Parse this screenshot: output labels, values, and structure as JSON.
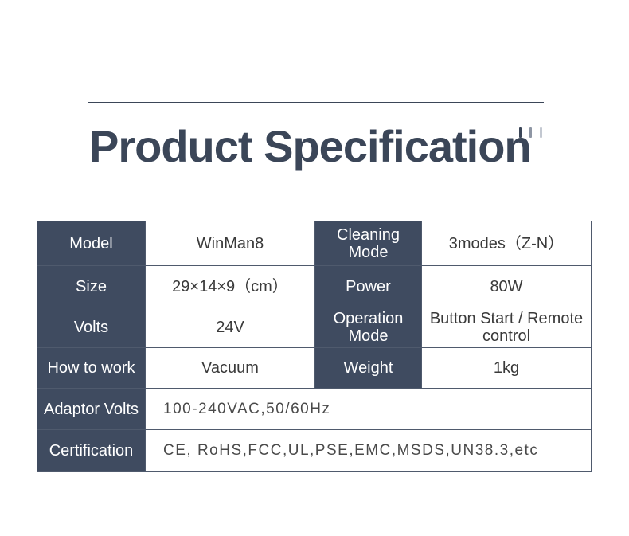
{
  "title": "Product Specification",
  "rows": [
    {
      "k1": "Model",
      "v1": "WinMan8",
      "k2": "Cleaning Mode",
      "v2": "3modes（Z-N）"
    },
    {
      "k1": "Size",
      "v1": "29×14×9（cm）",
      "k2": "Power",
      "v2": "80W"
    },
    {
      "k1": "Volts",
      "v1": "24V",
      "k2": "Operation Mode",
      "v2": "Button Start / Remote control"
    },
    {
      "k1": "How to work",
      "v1": "Vacuum",
      "k2": "Weight",
      "v2": "1kg"
    }
  ],
  "adaptor": {
    "k": "Adaptor Volts",
    "v": "100-240VAC,50/60Hz"
  },
  "certification": {
    "k": "Certification",
    "v": "CE, RoHS,FCC,UL,PSE,EMC,MSDS,UN38.3,etc"
  }
}
